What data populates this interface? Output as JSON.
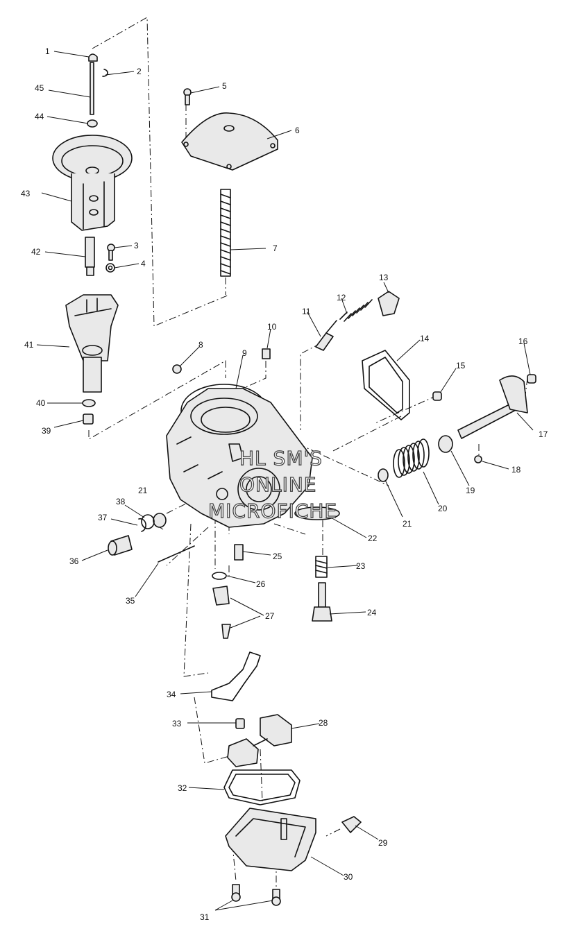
{
  "diagram": {
    "watermark": [
      "HL SM'S",
      "ONLINE",
      "MICROFICHE"
    ],
    "callouts": [
      "1",
      "2",
      "3",
      "4",
      "5",
      "6",
      "7",
      "8",
      "9",
      "10",
      "11",
      "12",
      "13",
      "14",
      "15",
      "16",
      "17",
      "18",
      "19",
      "20",
      "21",
      "21",
      "22",
      "23",
      "24",
      "25",
      "26",
      "27",
      "28",
      "29",
      "30",
      "31",
      "32",
      "33",
      "34",
      "35",
      "36",
      "37",
      "38",
      "39",
      "40",
      "41",
      "42",
      "43",
      "44",
      "45"
    ]
  }
}
